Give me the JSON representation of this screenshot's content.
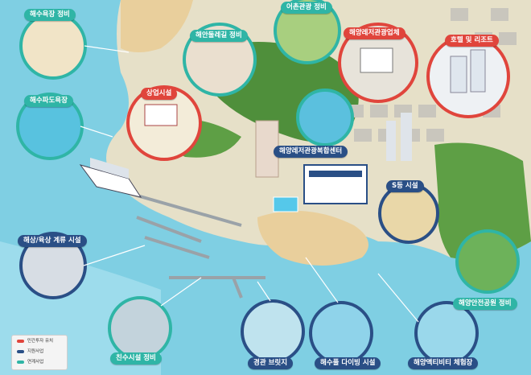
{
  "labels": {
    "beach_maintenance": "해수욕장 정비",
    "coastal_trail": "해안둘레길 정비",
    "fishing_village": "어촌관광 정비",
    "marine_leisure_business": "해양레저관광업체",
    "hotel_resort": "호텔 및 리조트",
    "surf_beach": "해수파도욕장",
    "commercial_facility": "상업시설",
    "marine_leisure_center": "해양레저관광복합센터",
    "marina_mooring": "해상/육상 계류 시설",
    "ship_facility": "S등 시설",
    "marine_park": "해양안전공원 정비",
    "waterfront_facility": "친수시설 정비",
    "observation_deck": "경관 브릿지",
    "sea_diving": "해수풀 다이빙 시설",
    "marine_activity": "해양액티비티 체험장"
  },
  "legend": [
    {
      "text": "민간투자 유치",
      "color": "#e0453c"
    },
    {
      "text": "지원사업",
      "color": "#2a4f86"
    },
    {
      "text": "연계사업",
      "color": "#2fb5a6"
    }
  ],
  "colors": {
    "teal": "#2fb5a6",
    "red": "#e0453c",
    "navy": "#2a4f86",
    "sea": "#6fc6dd",
    "land": "#e6e0c8",
    "forest": "#4f8f3b",
    "sand": "#e9cf9c"
  }
}
